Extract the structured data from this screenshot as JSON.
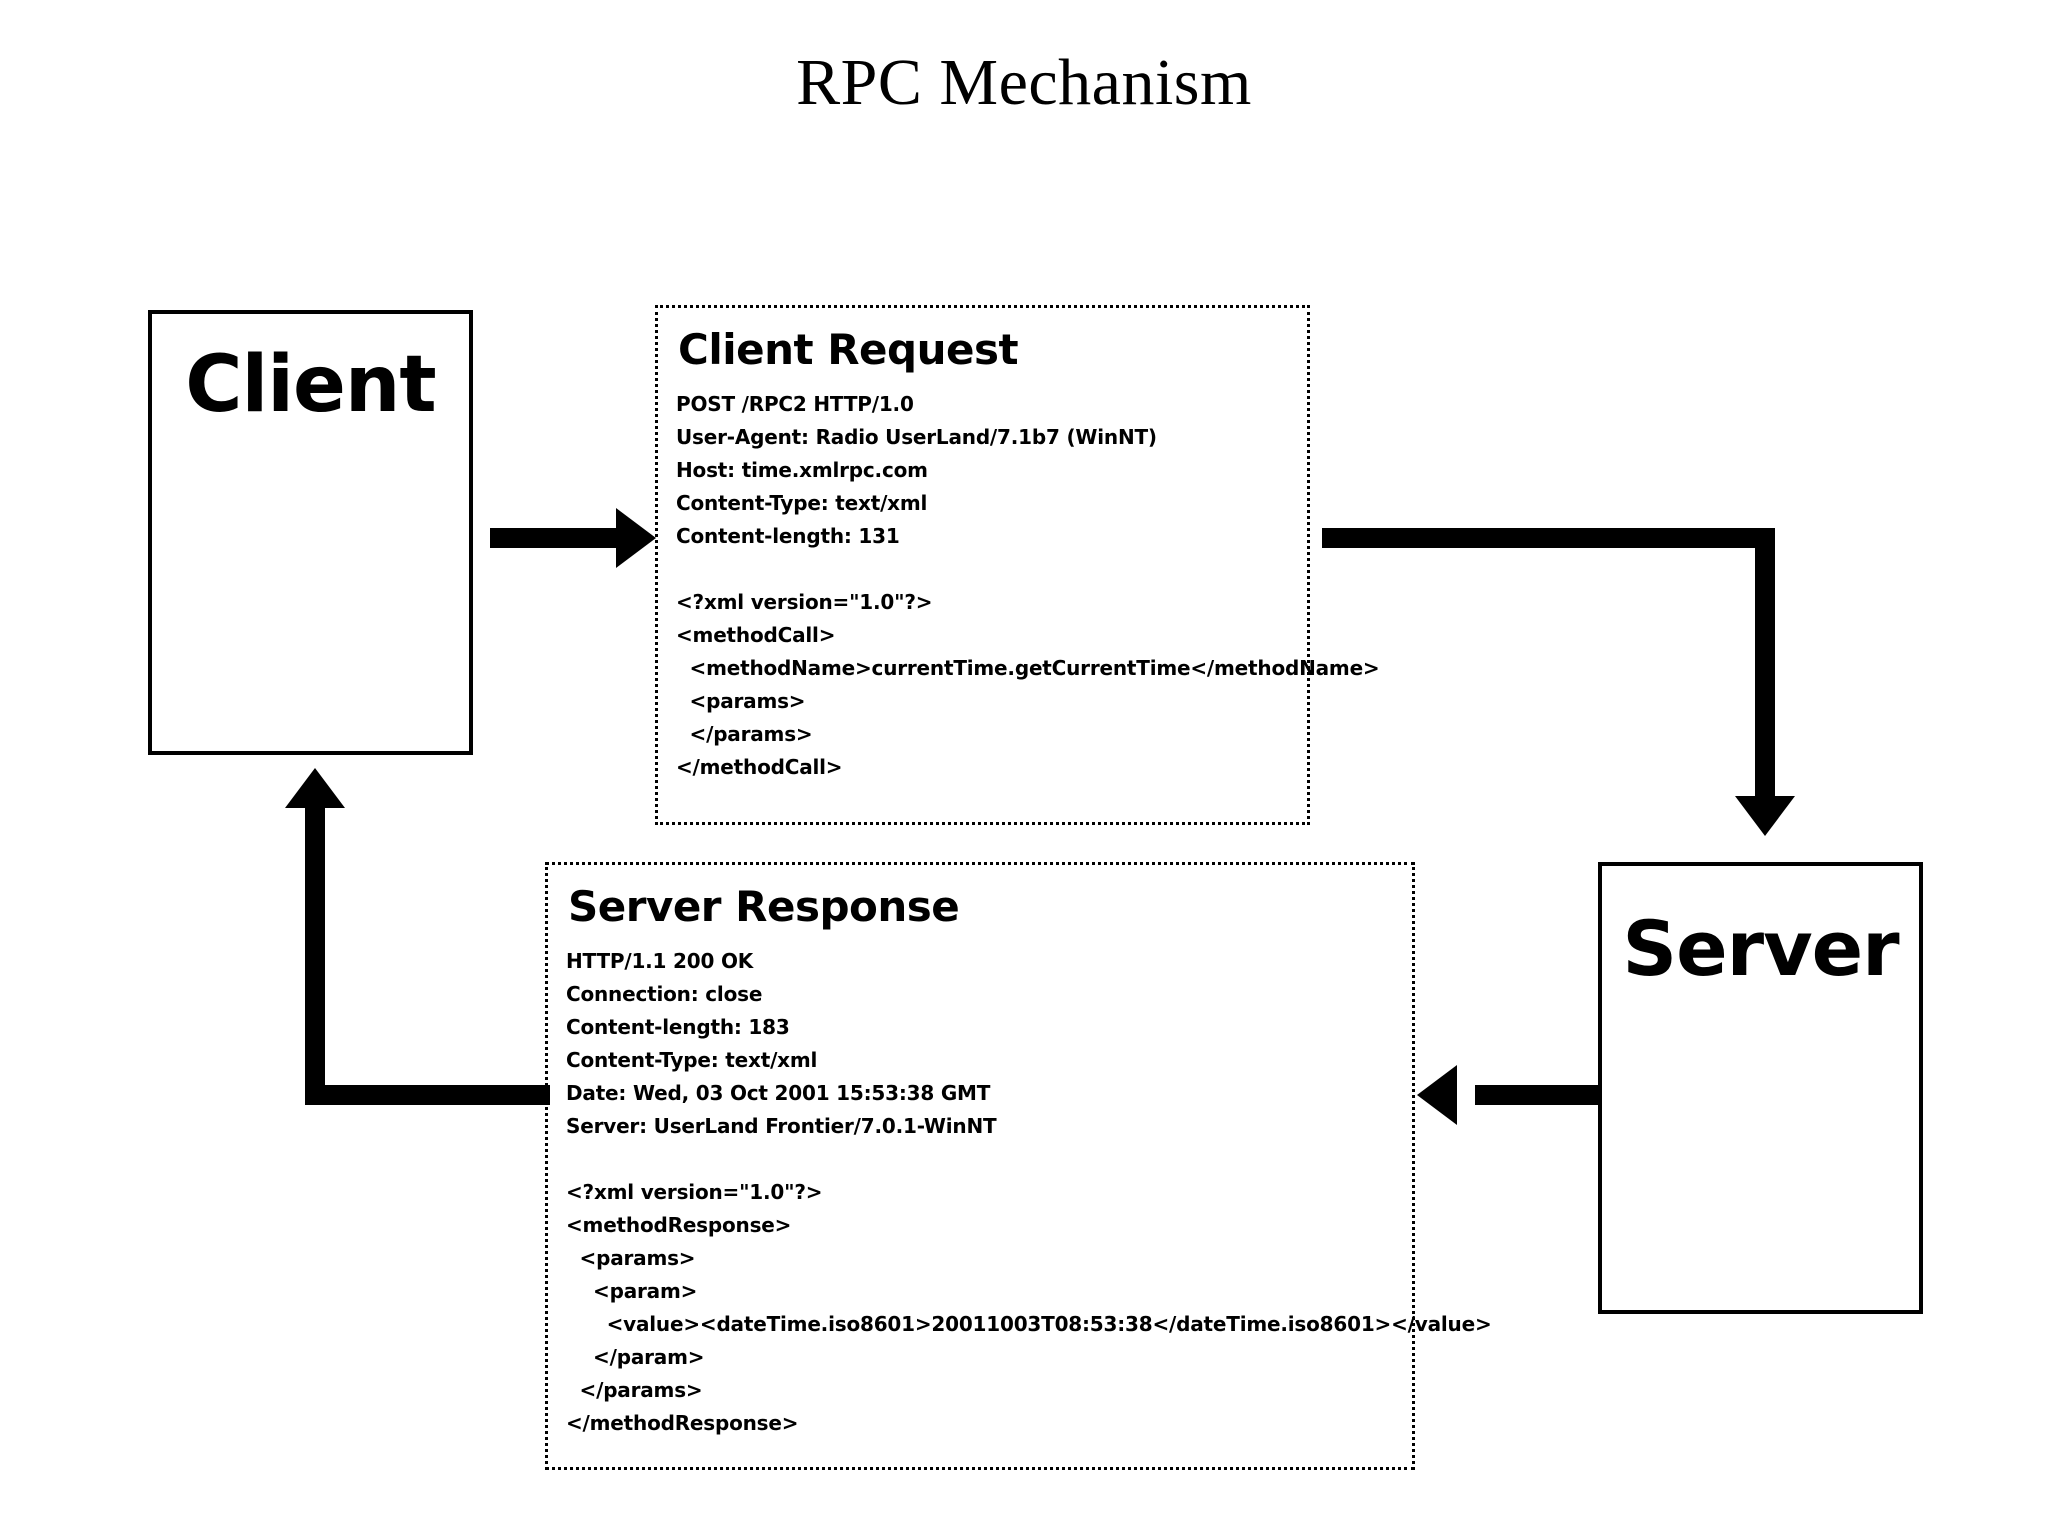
{
  "title": "RPC Mechanism",
  "nodes": {
    "client": {
      "label": "Client"
    },
    "server": {
      "label": "Server"
    }
  },
  "panels": {
    "client_request": {
      "heading": "Client Request",
      "lines": [
        "POST /RPC2 HTTP/1.0",
        "User-Agent: Radio UserLand/7.1b7 (WinNT)",
        "Host: time.xmlrpc.com",
        "Content-Type: text/xml",
        "Content-length: 131",
        "",
        "<?xml version=\"1.0\"?>",
        "<methodCall>",
        "  <methodName>currentTime.getCurrentTime</methodName>",
        "  <params>",
        "  </params>",
        "</methodCall>"
      ]
    },
    "server_response": {
      "heading": "Server Response",
      "lines": [
        "HTTP/1.1 200 OK",
        "Connection: close",
        "Content-length: 183",
        "Content-Type: text/xml",
        "Date: Wed, 03 Oct 2001 15:53:38 GMT",
        "Server: UserLand Frontier/7.0.1-WinNT",
        "",
        "<?xml version=\"1.0\"?>",
        "<methodResponse>",
        "  <params>",
        "    <param>",
        "      <value><dateTime.iso8601>20011003T08:53:38</dateTime.iso8601></value>",
        "    </param>",
        "  </params>",
        "</methodResponse>"
      ]
    }
  },
  "arrows": [
    {
      "name": "client-to-request",
      "from": "client",
      "to": "client_request",
      "direction": "right"
    },
    {
      "name": "request-to-server",
      "from": "client_request",
      "to": "server",
      "direction": "right-then-down"
    },
    {
      "name": "server-to-response",
      "from": "server",
      "to": "server_response",
      "direction": "left"
    },
    {
      "name": "response-to-client",
      "from": "server_response",
      "to": "client",
      "direction": "left-then-up"
    }
  ],
  "colors": {
    "stroke": "#000000",
    "background": "#ffffff"
  }
}
